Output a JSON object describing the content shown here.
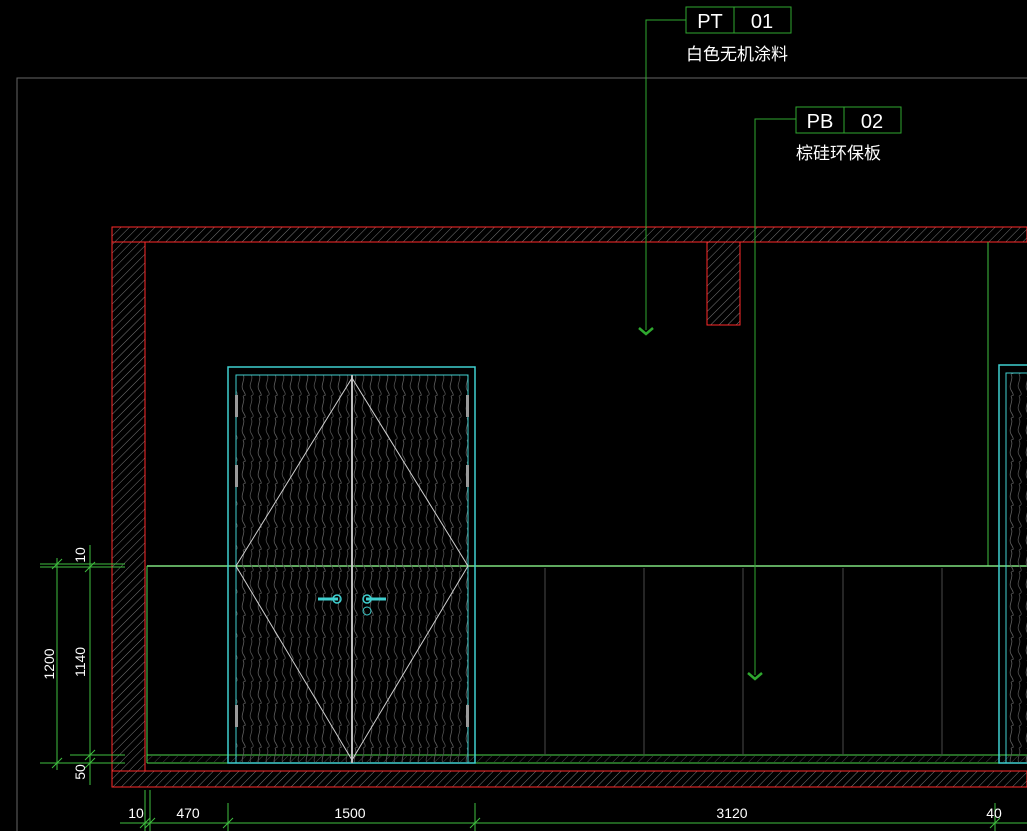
{
  "callouts": [
    {
      "code": "PT",
      "num": "01",
      "desc": "白色无机涂料"
    },
    {
      "code": "PB",
      "num": "02",
      "desc": "棕硅环保板"
    }
  ],
  "dimensions": {
    "vertical": {
      "overall": "1200",
      "top": "10",
      "middle": "1140",
      "bottom": "50"
    },
    "horizontal": {
      "d1": "10",
      "d2": "470",
      "d3": "1500",
      "d4": "3120",
      "d5": "40"
    }
  },
  "colors": {
    "background": "#000000",
    "wall": "#ff2a2a",
    "hatch": "#8a8a8a",
    "leader": "#2fa82f",
    "green_line": "#4cd64c",
    "door": "#3fd0d0",
    "panel_line": "#5a5a5a"
  }
}
